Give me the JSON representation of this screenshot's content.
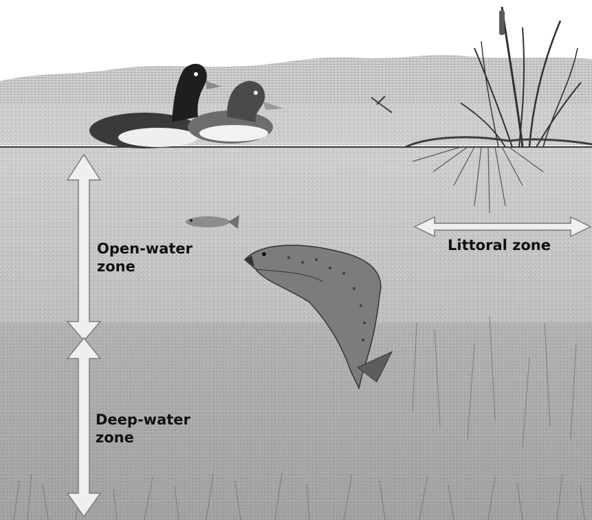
{
  "labels": {
    "open_water": [
      "Open-water",
      "zone"
    ],
    "deep_water": [
      "Deep-water",
      "zone"
    ],
    "littoral": "Littoral zone"
  },
  "colors": {
    "sky": "#ffffff",
    "shore": "#c9c9c9",
    "water": "#d2d2d2",
    "deep": "#bdbdbd",
    "arrow_fill": "#efefef",
    "arrow_stroke": "#7a7a7a",
    "label_text": "#111111"
  },
  "icons": [
    "duck-icon",
    "fish-icon",
    "reed-plant-icon",
    "dragonfly-icon"
  ]
}
